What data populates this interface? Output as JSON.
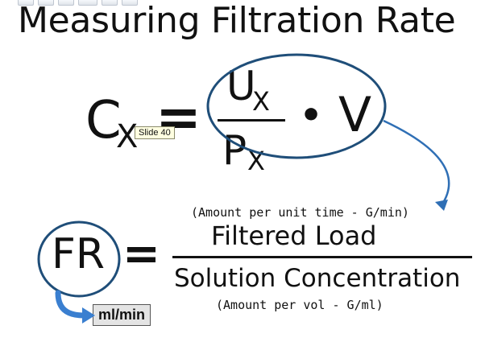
{
  "slide": {
    "title": "Measuring Filtration Rate",
    "tooltip": "Slide 40"
  },
  "equation1": {
    "lhs_symbol": "C",
    "lhs_subscript": "X",
    "equals": "=",
    "numerator_symbol": "U",
    "numerator_subscript": "X",
    "denominator_symbol": "P",
    "denominator_subscript": "X",
    "operator": "•",
    "multiplier": "V",
    "annotation": "(Amount per unit time - G/min)"
  },
  "equation2": {
    "lhs": "FR",
    "equals": "=",
    "numerator": "Filtered Load",
    "denominator": "Solution Concentration",
    "annotation": "(Amount per vol - G/ml)",
    "unit": "ml/min"
  },
  "colors": {
    "circle_stroke": "#1f4e79",
    "arrow": "#2f6fb5",
    "text": "#111111",
    "tooltip_bg": "#ffffe1"
  },
  "icons": [
    "toolbar-button-icon",
    "arrow-icon"
  ]
}
